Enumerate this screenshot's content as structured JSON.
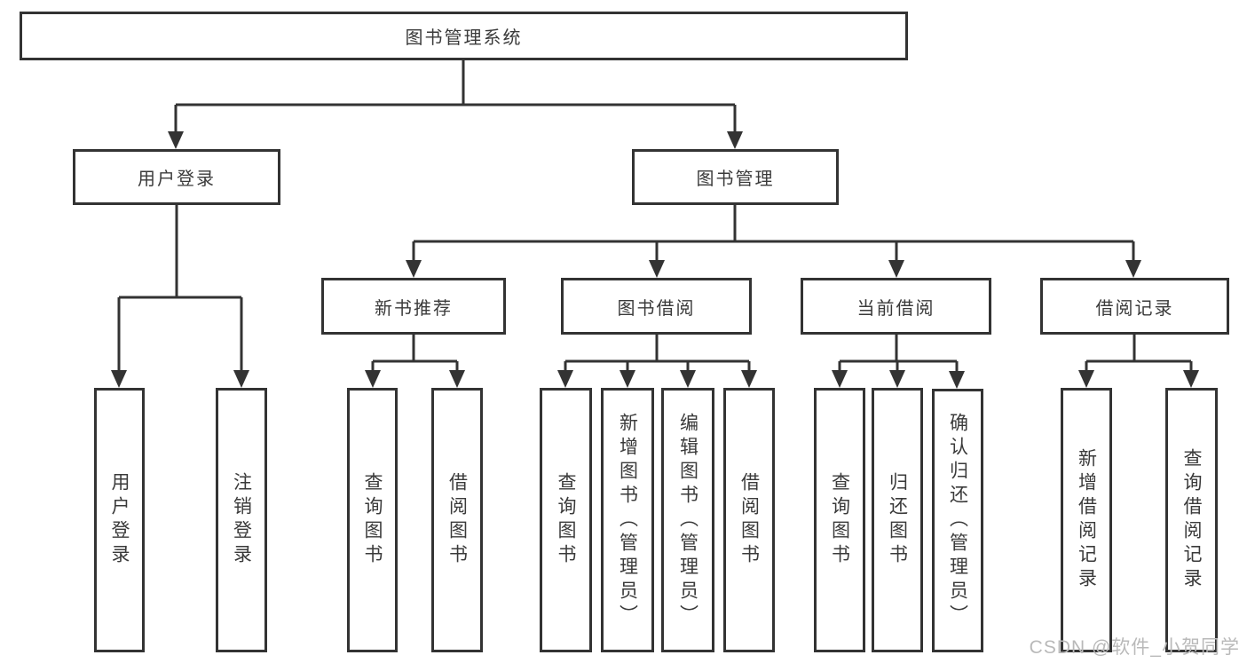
{
  "diagram_title": "图书管理系统",
  "tree": {
    "root": {
      "label": "图书管理系统"
    },
    "branches": [
      {
        "label": "用户登录",
        "children": [
          {
            "label": "用户登录"
          },
          {
            "label": "注销登录"
          }
        ]
      },
      {
        "label": "图书管理",
        "children": [
          {
            "label": "新书推荐",
            "children": [
              {
                "label": "查询图书"
              },
              {
                "label": "借阅图书"
              }
            ]
          },
          {
            "label": "图书借阅",
            "children": [
              {
                "label": "查询图书"
              },
              {
                "label": "新增图书（管理员）"
              },
              {
                "label": "编辑图书（管理员）"
              },
              {
                "label": "借阅图书"
              }
            ]
          },
          {
            "label": "当前借阅",
            "children": [
              {
                "label": "查询图书"
              },
              {
                "label": "归还图书"
              },
              {
                "label": "确认归还（管理员）"
              }
            ]
          },
          {
            "label": "借阅记录",
            "children": [
              {
                "label": "新增借阅记录"
              },
              {
                "label": "查询借阅记录"
              }
            ]
          }
        ]
      }
    ]
  },
  "colors": {
    "line": "#333333",
    "text": "#3a3a3a",
    "background": "#ffffff",
    "watermark": "#b9b9b9"
  },
  "watermark": "CSDN @软件_小贺同学"
}
